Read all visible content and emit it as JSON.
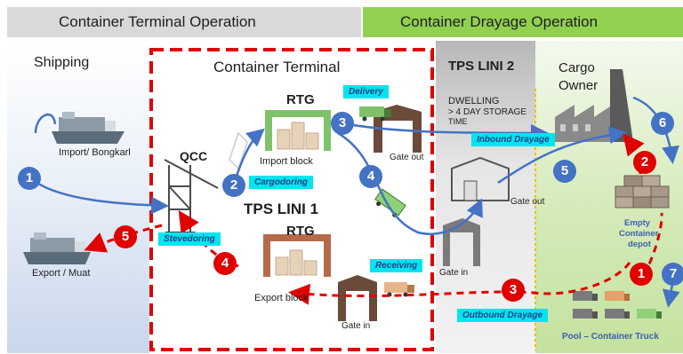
{
  "headers": {
    "left": "Container Terminal Operation",
    "right": "Container Drayage  Operation"
  },
  "zones": {
    "shipping": "Shipping",
    "terminal": "Container Terminal",
    "tps2": "TPS LINI 2",
    "owner_line1": "Cargo",
    "owner_line2": "Owner",
    "tps1": "TPS LINI 1"
  },
  "labels": {
    "import": "Import/ Bongkarl",
    "export": "Export / Muat",
    "qcc": "QCC",
    "rtg_top": "RTG",
    "rtg_bottom": "RTG",
    "import_block": "Import block",
    "export_block": "Export block",
    "gate_out_terminal": "Gate out",
    "gate_in_terminal": "Gate in",
    "gate_out_tps2": "Gate out",
    "gate_in_tps2": "Gate in",
    "dwelling_line1": "DWELLING",
    "dwelling_line2": "> 4 DAY STORAGE",
    "dwelling_line3": "TIME",
    "empty_line1": "Empty",
    "empty_line2": "Container",
    "empty_line3": "depot",
    "pool": "Pool – Container Truck"
  },
  "tags": {
    "delivery": "Delivery",
    "cargodoring": "Cargodoring",
    "stevedoring": "Stevedoring",
    "receiving": "Receiving",
    "inbound": "Inbound Drayage",
    "outbound": "Outbound Drayage"
  },
  "steps": {
    "blue": [
      "1",
      "2",
      "3",
      "4",
      "5",
      "6",
      "7"
    ],
    "red": [
      "1",
      "2",
      "3",
      "4",
      "5"
    ]
  },
  "colors": {
    "blue_flow": "#4472c4",
    "red_flow": "#e00000",
    "tag_bg": "#00e5ee",
    "header_gray": "#d9d9d9",
    "header_green": "#92d050"
  },
  "icons": [
    "ship-icon",
    "crane-icon",
    "rtg-icon",
    "gate-icon",
    "truck-icon",
    "factory-icon",
    "container-stack-icon"
  ]
}
